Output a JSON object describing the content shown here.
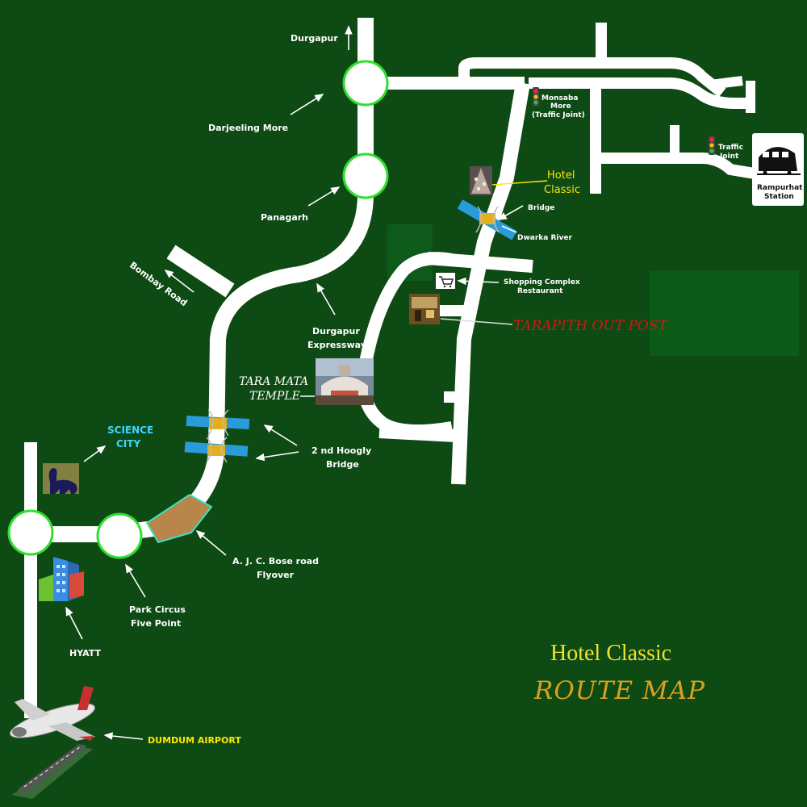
{
  "title": {
    "line1": "Hotel Classic",
    "line2": "ROUTE MAP"
  },
  "labels": {
    "durgapur": "Durgapur",
    "darjeeling_more": "Darjeeling More",
    "panagarh": "Panagarh",
    "bombay_road": "Bombay Road",
    "durgapur_expressway": [
      "Durgapur",
      "Expressway"
    ],
    "science_city": [
      "SCIENCE",
      "CITY"
    ],
    "hoogly_bridge": [
      "2 nd Hoogly",
      "Bridge"
    ],
    "ajc_bose": [
      "A. J. C. Bose road",
      "Flyover"
    ],
    "park_circus": [
      "Park Circus",
      "Five Point"
    ],
    "hyatt": "HYATT",
    "airport": "DUMDUM AIRPORT",
    "tara_mata": [
      "TARA MATA",
      "TEMPLE"
    ],
    "tarapith": "TARAPITH OUT POST",
    "shopping": [
      "Shopping Complex",
      "Restaurant"
    ],
    "dwarka": "Dwarka River",
    "bridge": "Bridge",
    "hotel": [
      "Hotel",
      "Classic"
    ],
    "monsaba": [
      "Monsaba",
      "More",
      "(Traffic Joint)"
    ],
    "traffic_joint": [
      "Traffic",
      "Joint"
    ],
    "station": [
      "Rampurhat",
      "Station"
    ]
  },
  "colors": {
    "background": "#0e4a14",
    "road": "#ffffff",
    "roundabout_ring": "#2ee02e",
    "flyover": "#b8864a",
    "bridge_blue": "#2a9ad8",
    "bridge_yellow": "#e0b020",
    "outpost_red": "#d01818",
    "title_yellow": "#f2e030",
    "title_orange": "#d9a020",
    "science_cyan": "#3fd6ff"
  },
  "icons": [
    "airplane-icon",
    "hotel-building-icon",
    "dinosaur-icon",
    "train-icon",
    "traffic-light-icon",
    "shopping-cart-icon",
    "temple-photo",
    "hotel-photo",
    "outpost-photo"
  ]
}
